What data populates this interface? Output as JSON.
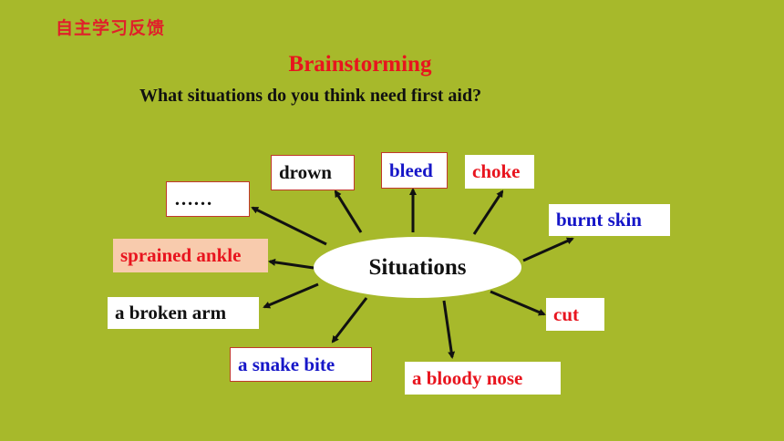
{
  "header": {
    "tag": "自主学习反馈"
  },
  "slide": {
    "title": "Brainstorming",
    "question": "What situations do you think need first aid?",
    "center_label": "Situations",
    "situations": {
      "ellipsis": "……",
      "drown": "drown",
      "bleed": "bleed",
      "choke": "choke",
      "burnt_skin": "burnt skin",
      "sprained_ankle": "sprained ankle",
      "broken_arm": "a broken arm",
      "snake_bite": "a snake bite",
      "bloody_nose": "a bloody nose",
      "cut": "cut"
    }
  },
  "colors": {
    "background": "#a7b92b",
    "title": "#e8141e",
    "blue_text": "#1616c8",
    "highlight": "#f8cbad"
  }
}
